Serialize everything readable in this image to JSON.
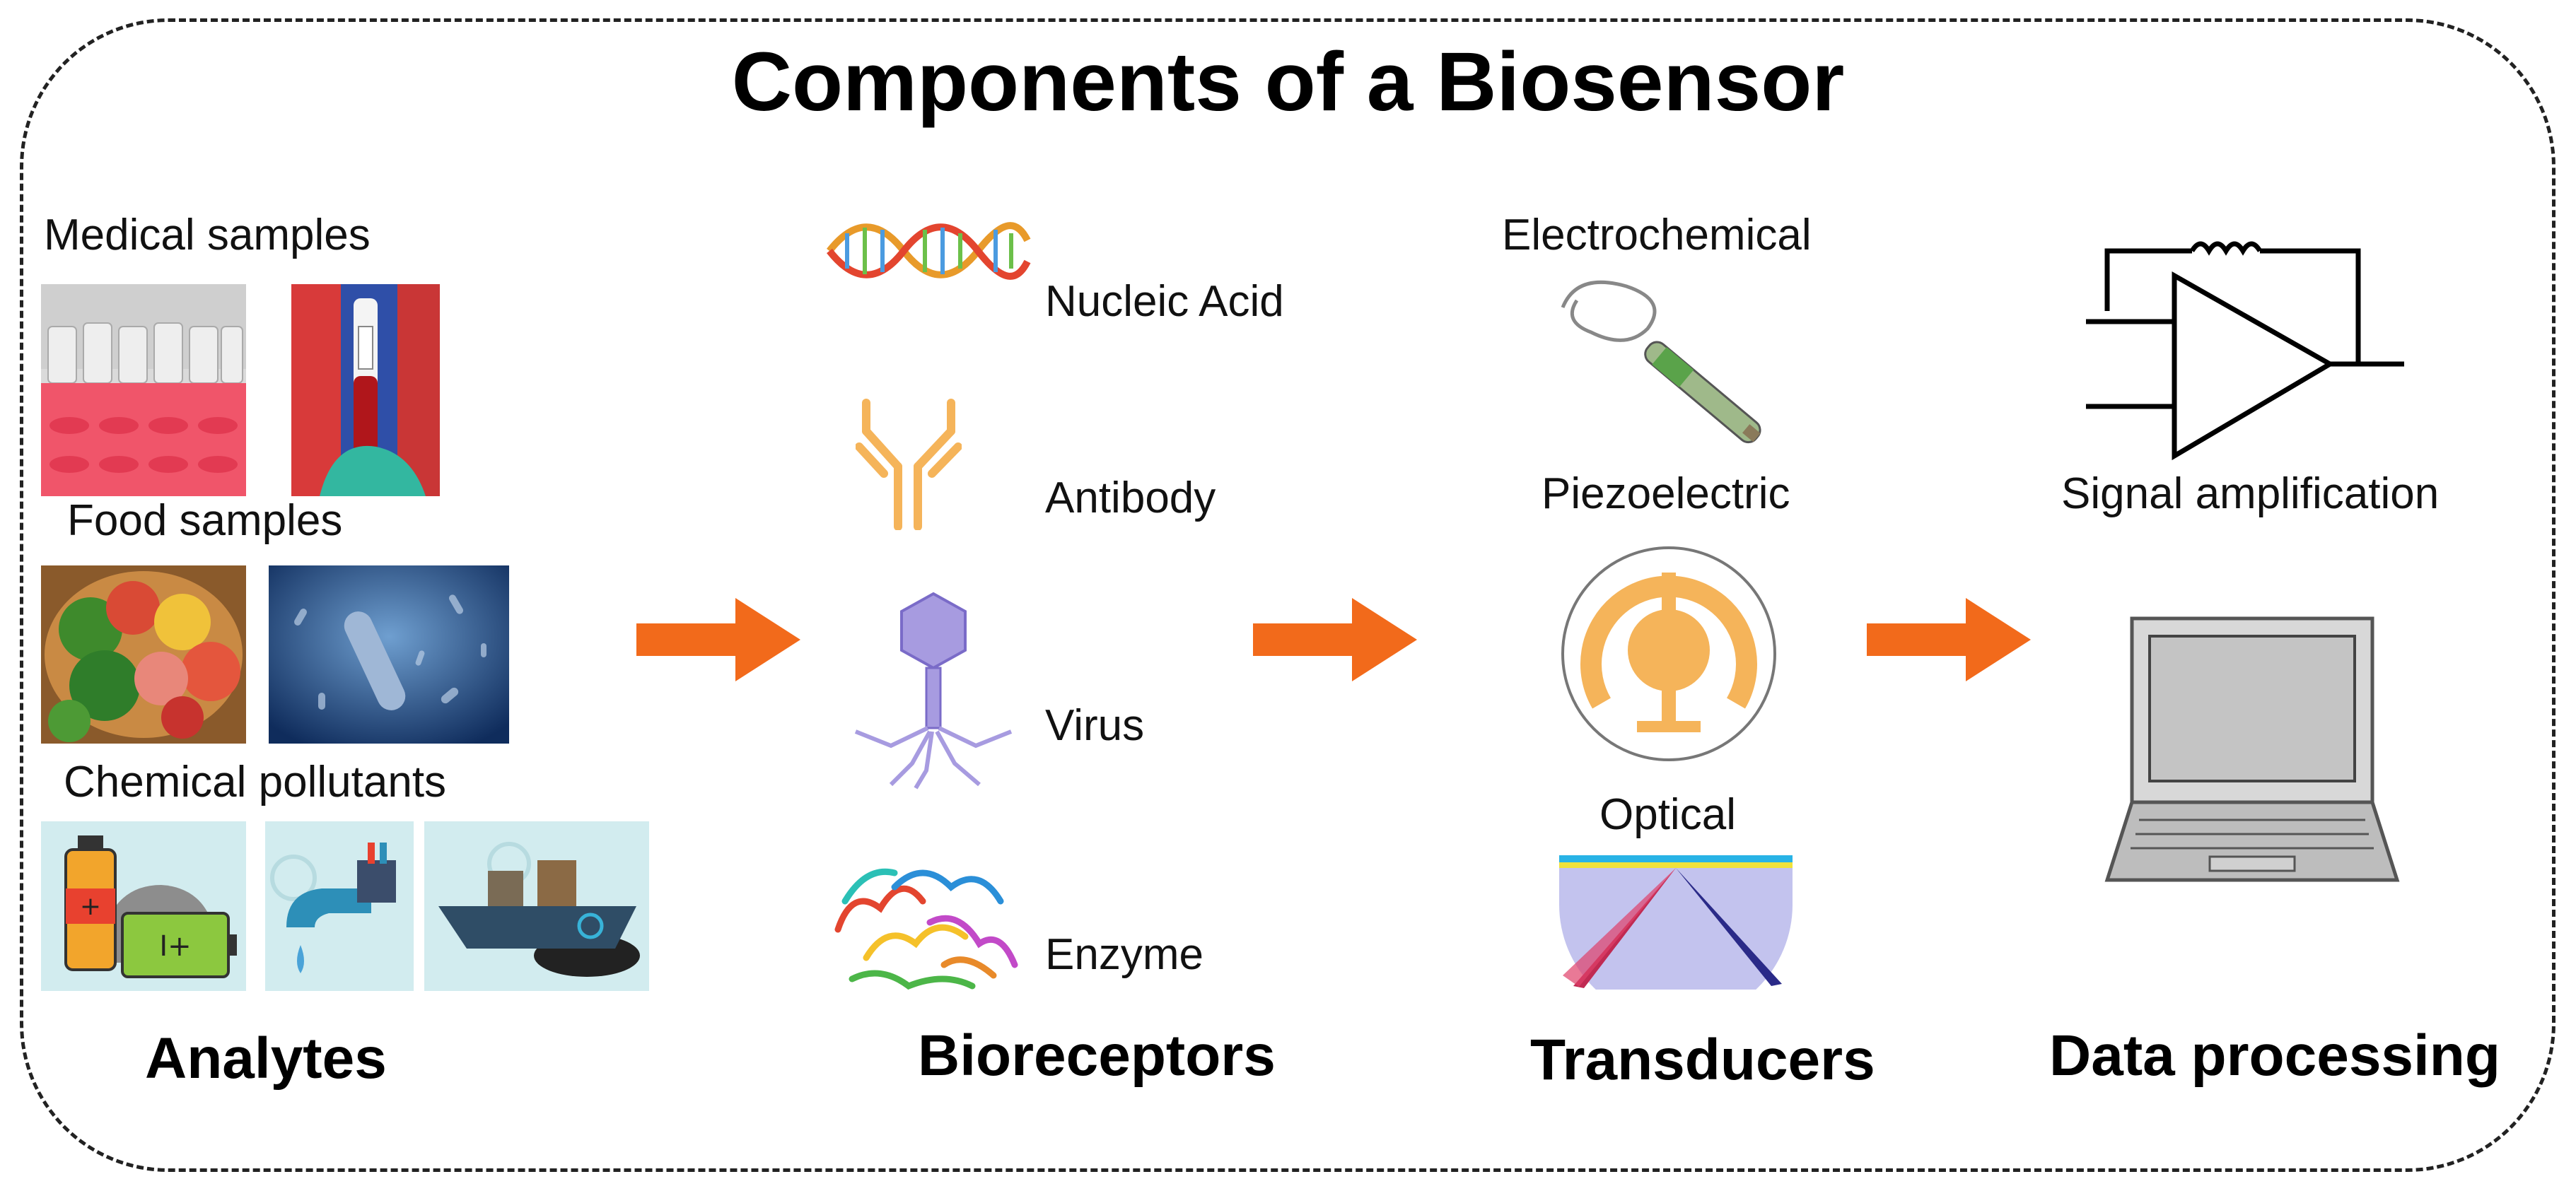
{
  "title": "Components of a Biosensor",
  "columns": {
    "analytes": {
      "heading": "Analytes",
      "groups": [
        "Medical samples",
        "Food samples",
        "Chemical pollutants"
      ]
    },
    "bioreceptors": {
      "heading": "Bioreceptors",
      "items": [
        "Nucleic Acid",
        "Antibody",
        "Virus",
        "Enzyme"
      ]
    },
    "transducers": {
      "heading": "Transducers",
      "items": [
        "Electrochemical",
        "Piezoelectric",
        "Optical"
      ]
    },
    "data_processing": {
      "heading": "Data processing",
      "items": [
        "Signal amplification"
      ]
    }
  },
  "colors": {
    "arrow": "#f26a1b",
    "accent_orange": "#f5b45a",
    "frame": "#222222"
  },
  "icons": [
    "dna-icon",
    "antibody-icon",
    "virus-icon",
    "enzyme-icon",
    "electrode-icon",
    "piezo-icon",
    "optical-icon",
    "amplifier-icon",
    "laptop-icon"
  ]
}
